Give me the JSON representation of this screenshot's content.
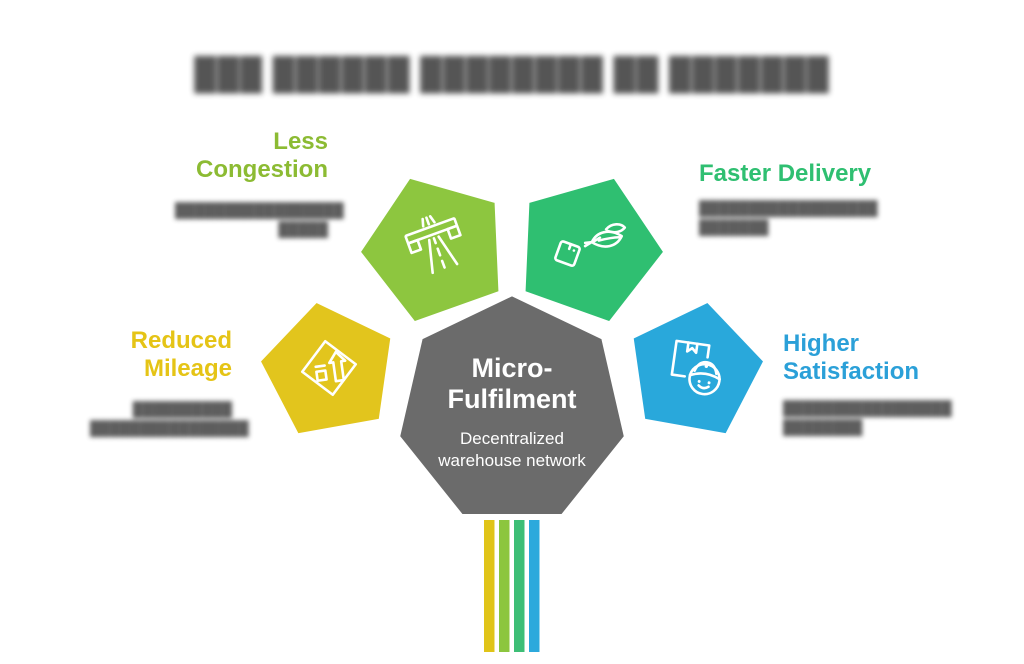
{
  "infographic": {
    "title": {
      "text": "███ ██████ ████████ ██ ███████",
      "obscured": true,
      "color": "#474747"
    },
    "center": {
      "shape": "heptagon",
      "color": "#6B6B6B",
      "heading": "Micro-\nFulfilment",
      "subheading": "Decentralized\nwarehouse network",
      "text_color": "#FFFFFF"
    },
    "benefits": [
      {
        "id": "less-congestion",
        "label": "Less\nCongestion",
        "label_color": "#8CBB33",
        "pentagon_color": "#8DC63F",
        "icon": "highway-icon",
        "desc": "█████████████████\n█████",
        "desc_obscured": true
      },
      {
        "id": "faster-delivery",
        "label": "Faster Delivery",
        "label_color": "#2FBF71",
        "pentagon_color": "#2FBF71",
        "icon": "eco-delivery-icon",
        "desc": "██████████████████\n███████",
        "desc_obscured": true
      },
      {
        "id": "reduced-mileage",
        "label": "Reduced\nMileage",
        "label_color": "#E5C416",
        "pentagon_color": "#E2C51D",
        "icon": "merge-sign-icon",
        "desc": "██████████\n████████████████",
        "desc_obscured": true
      },
      {
        "id": "higher-satisfaction",
        "label": "Higher\nSatisfaction",
        "label_color": "#2BA0D8",
        "pentagon_color": "#29A8DB",
        "icon": "courier-icon",
        "desc": "█████████████████\n████████",
        "desc_obscured": true
      }
    ],
    "stripes": [
      "#E0C418",
      "#8CC63E",
      "#3DBE76",
      "#2CA9DC"
    ]
  }
}
